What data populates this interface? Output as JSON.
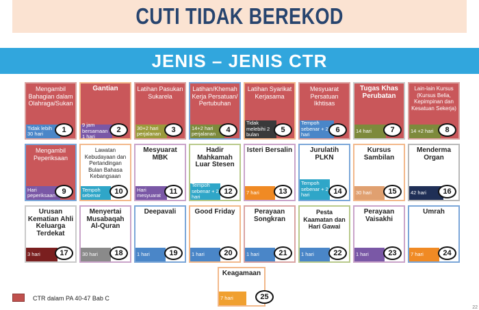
{
  "header": {
    "title": "CUTI TIDAK BEREKOD",
    "subtitle": "JENIS – JENIS CTR"
  },
  "cards": [
    {
      "title": "Mengambil Bahagian dalam Olahraga/Sukan",
      "bottom": "Tidak lebih 30 hari",
      "number": "1"
    },
    {
      "title": "Gantian",
      "bottom": "9 jam bersamaan 1 hari",
      "number": "2"
    },
    {
      "title": "Latihan Pasukan Sukarela",
      "bottom": "30+2 hari perjalanan",
      "number": "3"
    },
    {
      "title": "Latihan/Khemah Kerja Persatuan/ Pertubuhan",
      "bottom": "14+2 hari perjalanan",
      "number": "4"
    },
    {
      "title": "Latihan Syarikat Kerjasama",
      "bottom": "Tidak melebihi 2 bulan",
      "number": "5"
    },
    {
      "title": "Mesyuarat Persatuan Ikhtisas",
      "bottom": "Tempoh sebenar + 2 hari",
      "number": "6"
    },
    {
      "title": "Tugas Khas Perubatan",
      "bottom": "14 hari",
      "number": "7"
    },
    {
      "title": "Lain-lain Kursus (Kursus Belia, Kepimpinan dan Kesatuan Sekerja)",
      "bottom": "14 +2 hari",
      "number": "8"
    },
    {
      "title": "Mengambil Peperiksaan",
      "bottom": "Hari peperiksaan",
      "number": "9"
    },
    {
      "title": "Lawatan Kebudayaan dan Pertandingan Bulan Bahasa Kebangsaan",
      "bottom": "Tempoh sebenar",
      "number": "10"
    },
    {
      "title": "Mesyuarat MBK",
      "bottom": "Hari mesyuarat",
      "number": "11"
    },
    {
      "title": "Hadir Mahkamah Luar Stesen",
      "bottom": "Tempoh sebenar + 2 hari",
      "number": "12"
    },
    {
      "title": "Isteri Bersalin",
      "bottom": "7 hari",
      "number": "13"
    },
    {
      "title": "Jurulatih PLKN",
      "bottom": "Tempoh sebenar + 2 hari",
      "number": "14"
    },
    {
      "title": "Kursus Sambilan",
      "bottom": "30 hari",
      "number": "15"
    },
    {
      "title": "Menderma Organ",
      "bottom": "42 hari",
      "number": "16"
    },
    {
      "title": "Urusan Kematian Ahli Keluarga Terdekat",
      "bottom": "3 hari",
      "number": "17"
    },
    {
      "title": "Menyertai Musabaqah Al-Quran",
      "bottom": "30 hari",
      "number": "18"
    },
    {
      "title": "Deepavali",
      "bottom": "1 hari",
      "number": "19"
    },
    {
      "title": "Good Friday",
      "bottom": "1 hari",
      "number": "20"
    },
    {
      "title": "Perayaan Songkran",
      "bottom": "1 hari",
      "number": "21"
    },
    {
      "title": "Pesta Kaamatan dan Hari Gawai",
      "bottom": "1 hari",
      "number": "22"
    },
    {
      "title": "Perayaan Vaisakhi",
      "bottom": "1 hari",
      "number": "23"
    },
    {
      "title": "Umrah",
      "bottom": "7 hari",
      "number": "24"
    },
    {
      "title": "Keagamaan",
      "bottom": "7 hari",
      "number": "25"
    }
  ],
  "legend": {
    "label": "CTR dalam PA 40-47 Bab C",
    "color": "#c0504d"
  },
  "page_number": "22"
}
